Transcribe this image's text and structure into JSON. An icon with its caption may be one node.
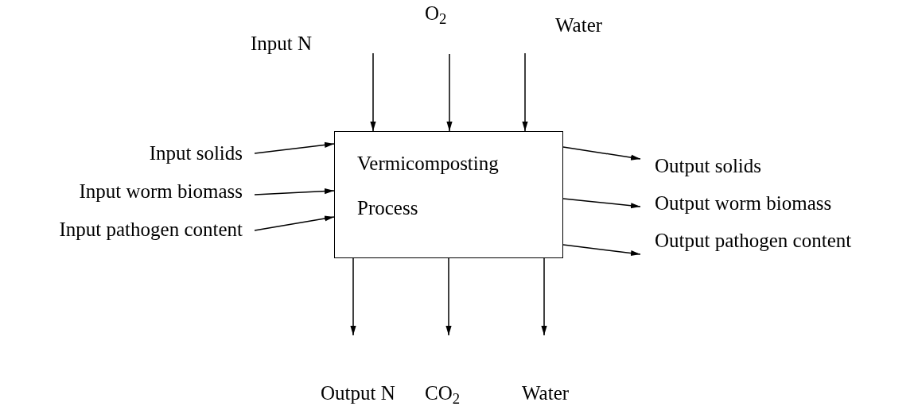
{
  "diagram": {
    "nodes": [
      {
        "text": [
          "Vermicomposting Process"
        ]
      },
      {
        "text": [
          "Input N"
        ]
      },
      {
        "text": [
          "O$_{2}$"
        ]
      },
      {
        "text": [
          "Water"
        ]
      },
      {
        "text": [
          "Input solids"
        ]
      },
      {
        "text": [
          "Input worm biomass"
        ]
      },
      {
        "text": [
          "Input pathogen content"
        ]
      },
      {
        "text": [
          "Output solids"
        ]
      },
      {
        "text": [
          "Output worm biomass"
        ]
      },
      {
        "text": [
          "Output pathogen content"
        ]
      },
      {
        "text": [
          "Output N"
        ]
      },
      {
        "text": [
          "CO$_{2}$"
        ]
      },
      {
        "text": [
          "Water"
        ]
      }
    ],
    "edges": [
      {
        "from": 1,
        "to": 0,
        "arrow": "to"
      },
      {
        "from": 2,
        "to": 0,
        "arrow": "to"
      },
      {
        "from": 3,
        "to": 0,
        "arrow": "to"
      },
      {
        "from": 4,
        "to": 0,
        "arrow": "to"
      },
      {
        "from": 5,
        "to": 0,
        "arrow": "to"
      },
      {
        "from": 6,
        "to": 0,
        "arrow": "to"
      },
      {
        "from": 0,
        "to": 7,
        "arrow": "to"
      },
      {
        "from": 0,
        "to": 8,
        "arrow": "to"
      },
      {
        "from": 0,
        "to": 9,
        "arrow": "to"
      },
      {
        "from": 0,
        "to": 10,
        "arrow": "to"
      },
      {
        "from": 0,
        "to": 11,
        "arrow": "to"
      },
      {
        "from": 0,
        "to": 12,
        "arrow": "to"
      }
    ]
  }
}
